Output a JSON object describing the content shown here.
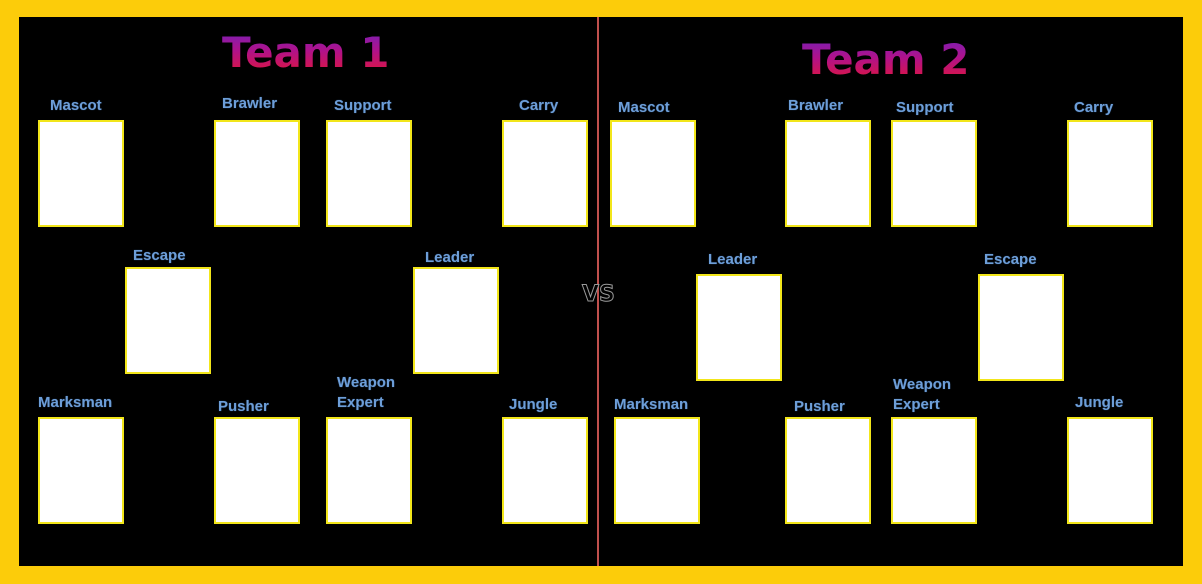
{
  "team1": {
    "title": "Team 1",
    "roles": {
      "mascot": "Mascot",
      "brawler": "Brawler",
      "support": "Support",
      "carry": "Carry",
      "escape": "Escape",
      "leader": "Leader",
      "marksman": "Marksman",
      "pusher": "Pusher",
      "weapon_expert": "Weapon Expert",
      "jungle": "Jungle"
    }
  },
  "team2": {
    "title": "Team 2",
    "roles": {
      "mascot": "Mascot",
      "brawler": "Brawler",
      "support": "Support",
      "carry": "Carry",
      "leader": "Leader",
      "escape": "Escape",
      "marksman": "Marksman",
      "pusher": "Pusher",
      "weapon_expert": "Weapon Expert",
      "jungle": "Jungle"
    }
  },
  "versus_label": "VS",
  "colors": {
    "frame": "#fccc0a",
    "background": "#000000",
    "divider": "#c0504d",
    "label": "#6d9ed8",
    "slot_border": "#f2e61a",
    "title_gradient": [
      "#7a1fb5",
      "#e0163a"
    ]
  }
}
